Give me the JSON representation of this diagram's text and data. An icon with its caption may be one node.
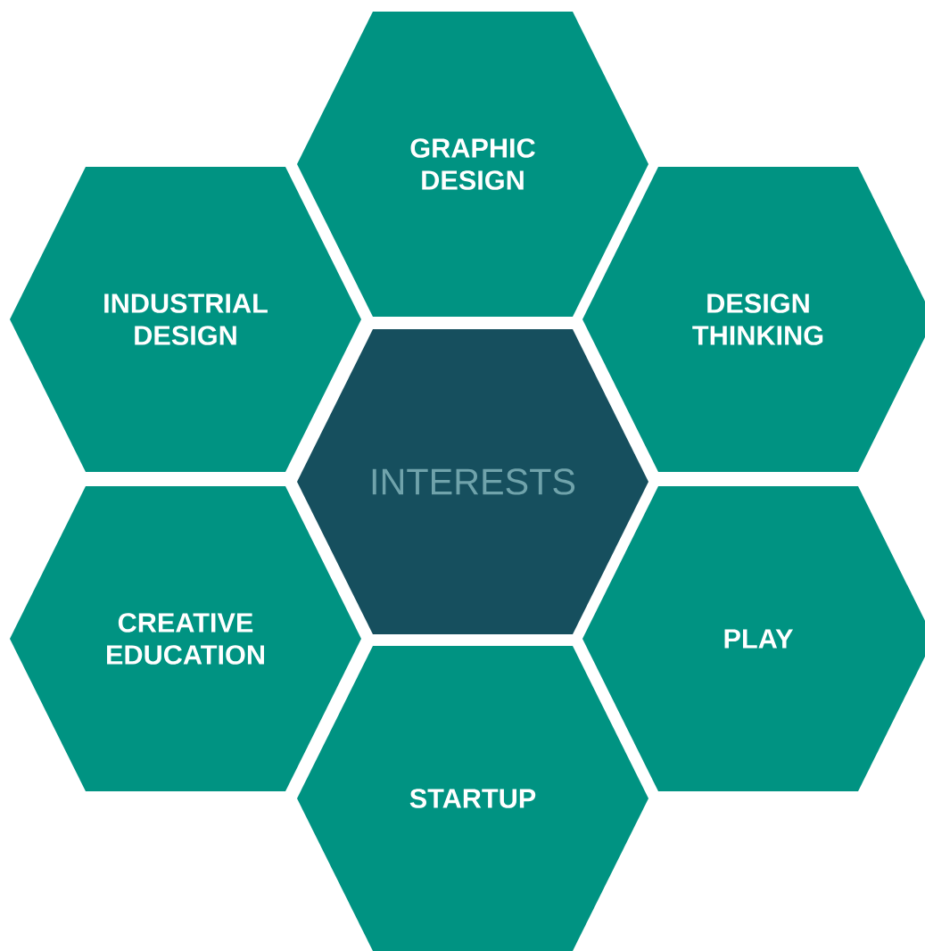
{
  "diagram": {
    "nodes": [
      {
        "text": [
          "GRAPHIC DESIGN"
        ]
      },
      {
        "text": [
          "INDUSTRIAL DESIGN"
        ]
      },
      {
        "text": [
          "DESIGN THINKING"
        ]
      },
      {
        "text": [
          "INTERESTS"
        ]
      },
      {
        "text": [
          "CREATIVE EDUCATION"
        ]
      },
      {
        "text": [
          "PLAY"
        ]
      },
      {
        "text": [
          "STARTUP"
        ]
      }
    ]
  }
}
